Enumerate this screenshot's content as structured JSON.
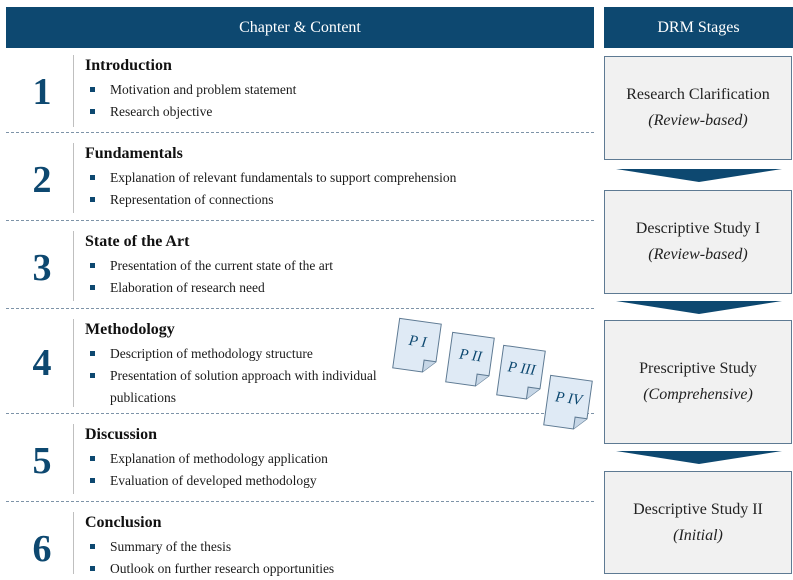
{
  "header": {
    "left": "Chapter & Content",
    "right": "DRM Stages"
  },
  "chapters": [
    {
      "number": "1",
      "title": "Introduction",
      "bullets": [
        "Motivation and problem statement",
        "Research objective"
      ]
    },
    {
      "number": "2",
      "title": "Fundamentals",
      "bullets": [
        "Explanation of relevant fundamentals to support comprehension",
        "Representation of connections"
      ]
    },
    {
      "number": "3",
      "title": "State of the Art",
      "bullets": [
        "Presentation of the current state of the art",
        "Elaboration of research need"
      ]
    },
    {
      "number": "4",
      "title": "Methodology",
      "bullets": [
        "Description of methodology structure",
        "Presentation of solution approach with individual publications"
      ]
    },
    {
      "number": "5",
      "title": "Discussion",
      "bullets": [
        "Explanation of methodology application",
        "Evaluation of developed methodology"
      ]
    },
    {
      "number": "6",
      "title": "Conclusion",
      "bullets": [
        "Summary of the thesis",
        "Outlook on further research opportunities"
      ]
    }
  ],
  "stages": [
    {
      "name": "Research Clarification",
      "type": "(Review-based)"
    },
    {
      "name": "Descriptive Study I",
      "type": "(Review-based)"
    },
    {
      "name": "Prescriptive Study",
      "type": "(Comprehensive)"
    },
    {
      "name": "Descriptive Study II",
      "type": "(Initial)"
    }
  ],
  "publications": [
    "P I",
    "P II",
    "P III",
    "P IV"
  ],
  "colors": {
    "header": "#0d4870",
    "accent": "#0d4870",
    "stage_bg": "#f1f1f1",
    "pub_bg": "#dfeaf5"
  }
}
